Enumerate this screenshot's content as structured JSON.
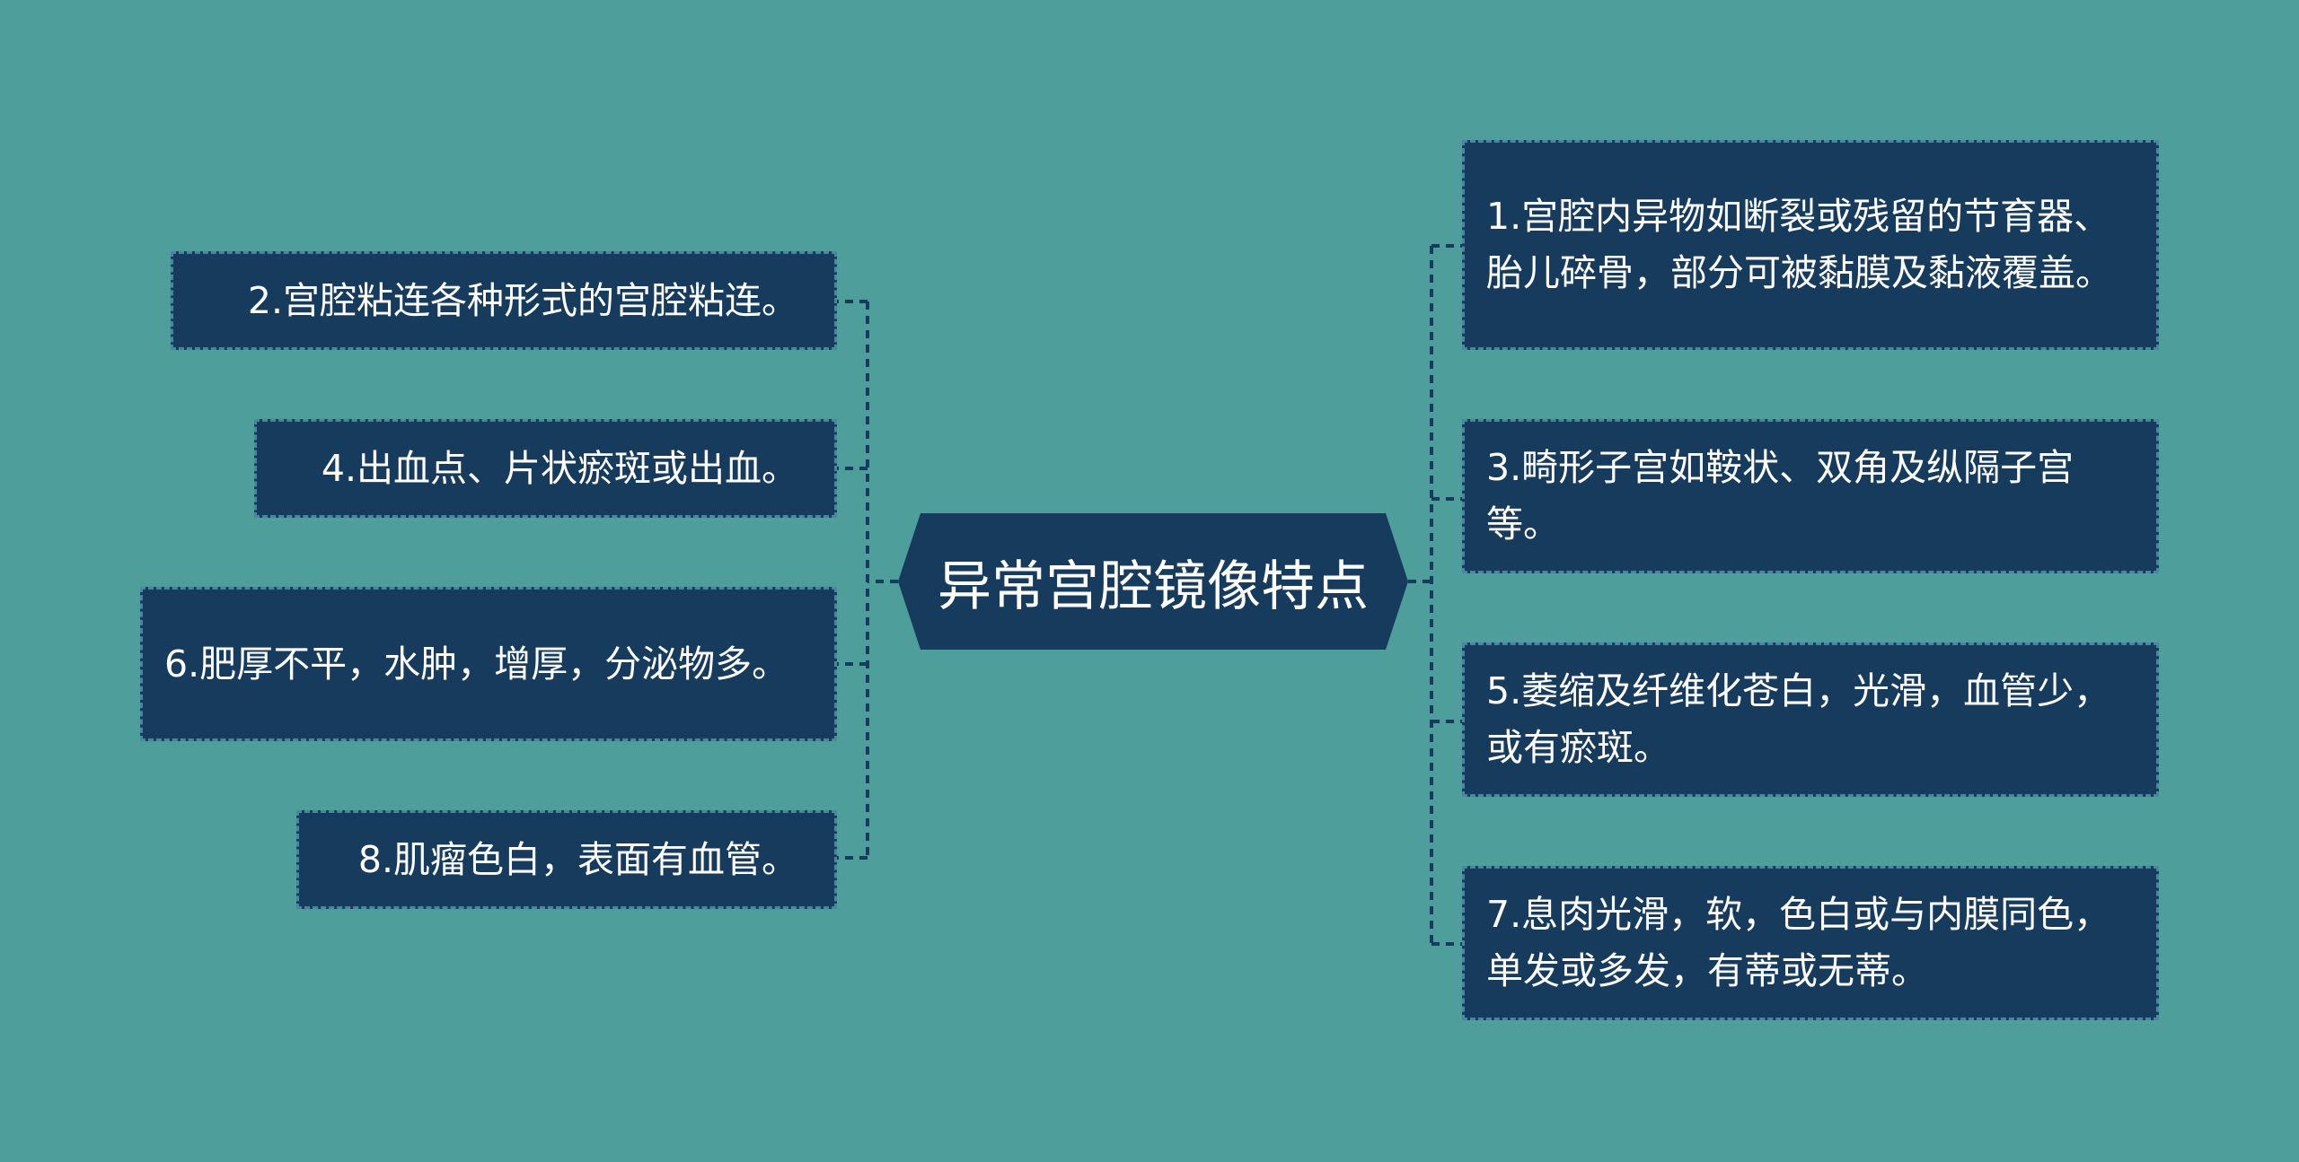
{
  "center": {
    "label": "异常宫腔镜像特点"
  },
  "left_nodes": [
    {
      "label": "2.宫腔粘连各种形式的宫腔粘连。"
    },
    {
      "label": "4.出血点、片状瘀斑或出血。"
    },
    {
      "label": "6.肥厚不平，水肿，增厚，分泌物多。"
    },
    {
      "label": "8.肌瘤色白，表面有血管。"
    }
  ],
  "right_nodes": [
    {
      "label": "1.宫腔内异物如断裂或残留的节育器、胎儿碎骨，部分可被黏膜及黏液覆盖。"
    },
    {
      "label": "3.畸形子宫如鞍状、双角及纵隔子宫等。"
    },
    {
      "label": "5.萎缩及纤维化苍白，光滑，血管少，或有瘀斑。"
    },
    {
      "label": "7.息肉光滑，软，色白或与内膜同色，单发或多发，有蒂或无蒂。"
    }
  ],
  "colors": {
    "background": "#4e9e9c",
    "node_fill": "#173b5c",
    "node_border": "#4a86a0",
    "connector": "#173b5c"
  }
}
